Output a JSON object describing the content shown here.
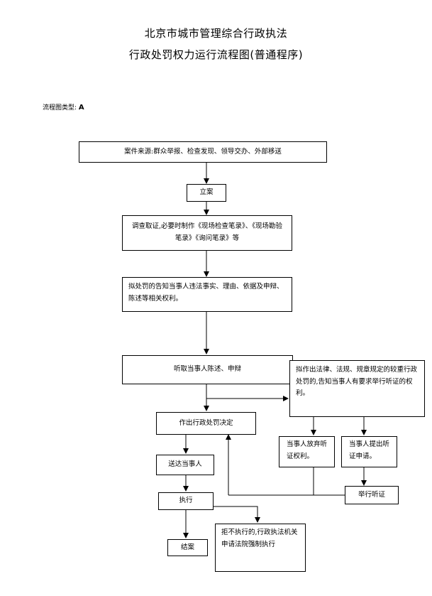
{
  "title_line1": "北京市城市管理综合行政执法",
  "title_line2": "行政处罚权力运行流程图(普通程序)",
  "chart_type_label": "流程图类型:",
  "chart_type_value": "A",
  "nodes": {
    "source": "案件来源:群众举报、检查发现、领导交办、外部移送",
    "register": "立案",
    "investigate": "调查取证,必要时制作《现场检查笔录》、《现场勘验笔录》《询问笔录》等",
    "notify": "拟处罚的告知当事人违法事实、理由、依据及申辩、陈述等相关权利。",
    "hear_statement": "听取当事人陈述、申辩",
    "hearing_notice": "拟作出法律、法规、规章规定的较重行政处罚的,告知当事人有要求举行听证的权利。",
    "decision": "作出行政处罚决定",
    "waive": "当事人放弃听证权利。",
    "request": "当事人提出听证申请。",
    "serve": "送达当事人",
    "hold_hearing": "举行听证",
    "execute": "执行",
    "refuse": "拒不执行的,行政执法机关申请法院强制执行",
    "close": "结案"
  }
}
